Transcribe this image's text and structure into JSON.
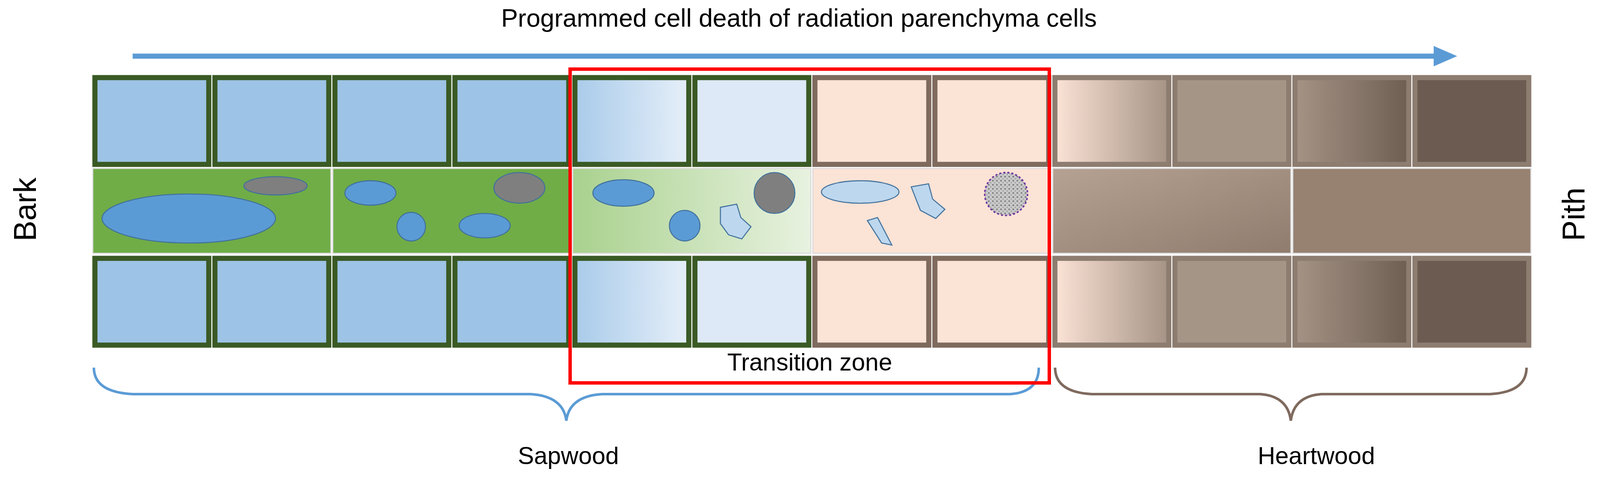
{
  "diagram": {
    "title": "Programmed cell death of radiation parenchyma cells",
    "nodes": [
      {
        "text": [
          "Transition zone"
        ]
      }
    ],
    "labels": [
      "Bark",
      "Pith",
      "Sapwood",
      "Heartwood"
    ]
  }
}
